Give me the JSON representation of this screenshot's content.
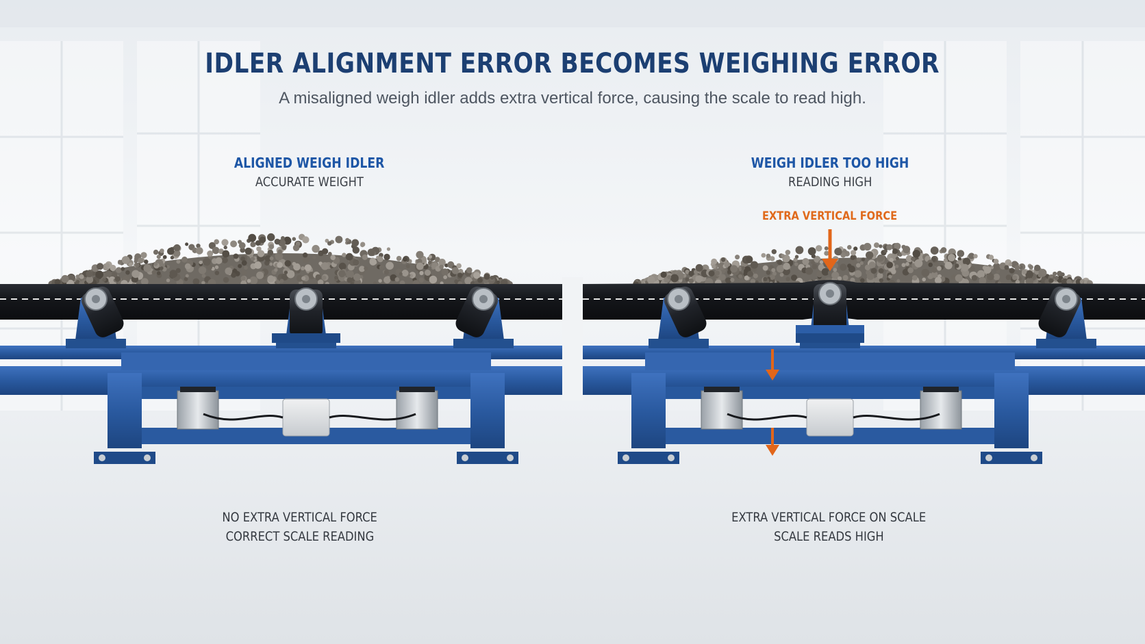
{
  "title": "IDLER ALIGNMENT ERROR BECOMES WEIGHING ERROR",
  "subtitle": "A misaligned weigh idler adds extra vertical force, causing the scale to read high.",
  "left_panel": {
    "heading": "ALIGNED WEIGH IDLER",
    "subheading": "ACCURATE WEIGHT",
    "caption_line1": "NO EXTRA VERTICAL FORCE",
    "caption_line2": "CORRECT SCALE READING"
  },
  "right_panel": {
    "heading": "WEIGH IDLER TOO HIGH",
    "subheading": "READING HIGH",
    "force_label": "EXTRA VERTICAL FORCE",
    "caption_line1": "EXTRA VERTICAL FORCE ON SCALE",
    "caption_line2": "SCALE READS HIGH"
  },
  "colors": {
    "frame_blue": "#2a5aa0",
    "belt_black": "#15171b",
    "arrow_orange": "#e2661a",
    "heading_blue": "#1d56a6",
    "title_navy": "#1c3f72"
  }
}
